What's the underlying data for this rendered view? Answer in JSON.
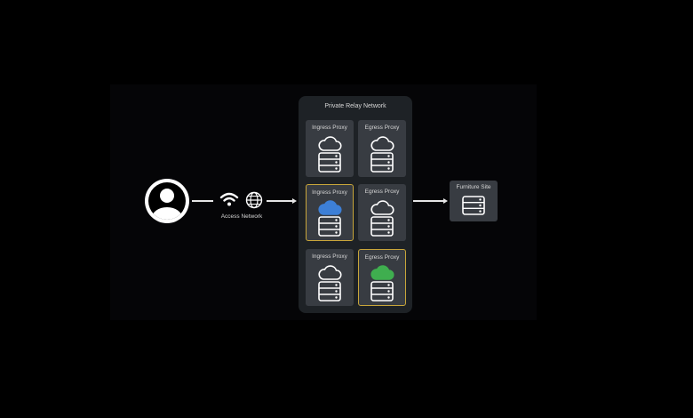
{
  "diagram": {
    "network_title": "Private Relay Network",
    "access_network_label": "Access Network",
    "destination_label": "Furniture Site",
    "colors": {
      "highlight_border": "#c9a63a",
      "ingress_active_cloud": "#3d7fd6",
      "egress_active_cloud": "#3fae4f",
      "tile_bg": "#383c42",
      "network_bg": "#1e2226"
    },
    "tiles": [
      {
        "label": "Ingress Proxy",
        "highlighted": false,
        "cloud": "outline"
      },
      {
        "label": "Egress Proxy",
        "highlighted": false,
        "cloud": "outline"
      },
      {
        "label": "Ingress Proxy",
        "highlighted": true,
        "cloud": "blue"
      },
      {
        "label": "Egress Proxy",
        "highlighted": false,
        "cloud": "outline"
      },
      {
        "label": "Ingress Proxy",
        "highlighted": false,
        "cloud": "outline"
      },
      {
        "label": "Egress Proxy",
        "highlighted": true,
        "cloud": "green"
      }
    ],
    "icons": [
      "user-icon",
      "wifi-icon",
      "globe-icon",
      "cloud-icon",
      "server-icon"
    ]
  }
}
